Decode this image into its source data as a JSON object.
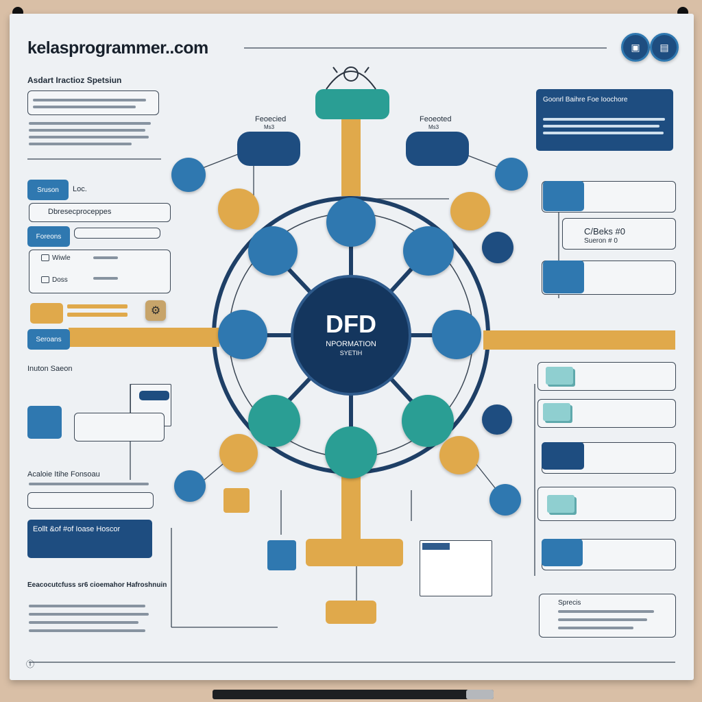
{
  "brand": "kelasprogrammer..com",
  "center": {
    "title": "DFD",
    "line1": "NPORMATION",
    "line2": "SYETIH"
  },
  "left_panel": {
    "heading1": "Asdart Iractioz Spetsiun",
    "label_search": "Sruson",
    "label_loc": "Loc.",
    "label_process": "Dbresecproceppes",
    "label_econ": "Foreons",
    "row1": "Wiwle",
    "row2": "Doss",
    "label_service": "Seroans",
    "heading2": "Inuton Saeon",
    "heading3": "Acaloie Itihe Fonsoau",
    "callout": "Eollt &of #of Ioase Hoscor",
    "heading4": "Eeacocutcfuss sr6 cioemahor Hafroshnuin"
  },
  "right_panel": {
    "callout_title": "Goonrl Baihre Foe Ioochore",
    "label_cbeks": "C/Beks #0",
    "label_sueron": "Sueron # 0",
    "footer_note": "Sprecis"
  },
  "top_labels": {
    "left": "Feoecied",
    "left_sub": "Ms3",
    "right": "Feoeoted",
    "right_sub": "Ms3"
  },
  "icons": [
    "bulb-icon",
    "gear-icon",
    "lock-icon",
    "cloud-icon",
    "share-icon"
  ],
  "colors": {
    "navy": "#1e3f66",
    "blue": "#2f78b0",
    "gold": "#e0a94b",
    "teal": "#2a9e94",
    "board": "#eef1f4"
  }
}
